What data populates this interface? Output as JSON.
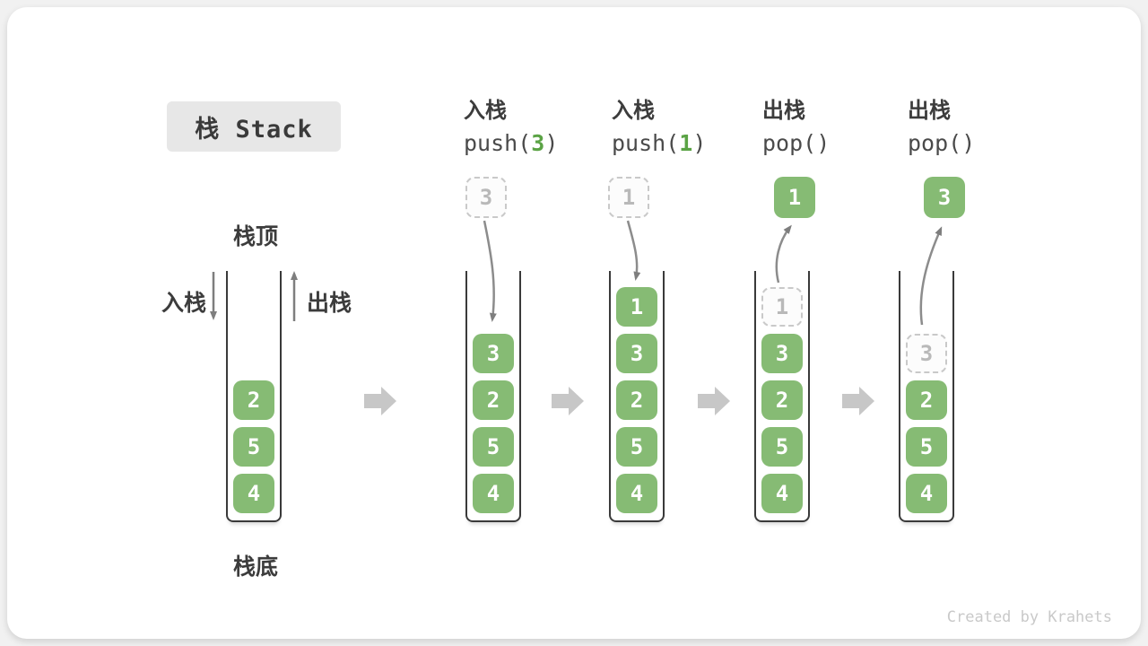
{
  "title": "栈 Stack",
  "watermark": "Created by Krahets",
  "side_labels": {
    "stack_top": "栈顶",
    "stack_bottom": "栈底",
    "push": "入栈",
    "pop": "出栈"
  },
  "operations": [
    {
      "label": "入栈",
      "code_pre": "push(",
      "code_arg": "3",
      "code_post": ")"
    },
    {
      "label": "入栈",
      "code_pre": "push(",
      "code_arg": "1",
      "code_post": ")"
    },
    {
      "label": "出栈",
      "code_pre": "pop(",
      "code_arg": "",
      "code_post": ")"
    },
    {
      "label": "出栈",
      "code_pre": "pop(",
      "code_arg": "",
      "code_post": ")"
    }
  ],
  "floating_boxes": [
    {
      "value": "3",
      "variant": "ghost-dashed"
    },
    {
      "value": "1",
      "variant": "ghost-dashed"
    },
    {
      "value": "1",
      "variant": "solid-green"
    },
    {
      "value": "3",
      "variant": "solid-green"
    }
  ],
  "stacks": [
    {
      "items": [
        {
          "value": "2"
        },
        {
          "value": "5"
        },
        {
          "value": "4"
        }
      ]
    },
    {
      "items": [
        {
          "value": "3"
        },
        {
          "value": "2"
        },
        {
          "value": "5"
        },
        {
          "value": "4"
        }
      ]
    },
    {
      "items": [
        {
          "value": "1"
        },
        {
          "value": "3"
        },
        {
          "value": "2"
        },
        {
          "value": "5"
        },
        {
          "value": "4"
        }
      ]
    },
    {
      "items": [
        {
          "value": "1",
          "ghost": true
        },
        {
          "value": "3"
        },
        {
          "value": "2"
        },
        {
          "value": "5"
        },
        {
          "value": "4"
        }
      ]
    },
    {
      "items": [
        {
          "value": "3",
          "ghost": true
        },
        {
          "value": "2"
        },
        {
          "value": "5"
        },
        {
          "value": "4"
        }
      ]
    }
  ],
  "colors": {
    "box_green": "#86BB74",
    "code_arg_green": "#5BA345",
    "ghost_border": "#C9C9C9",
    "ghost_text": "#B9B9B9",
    "wall_dark": "#3A3A3A",
    "text_dark": "#3C3C3C",
    "flow_arrow_gray": "#C7C7C7",
    "motion_arrow_gray": "#8C8C8C",
    "title_bg": "#E7E7E7",
    "watermark_gray": "#C9C9C9"
  }
}
